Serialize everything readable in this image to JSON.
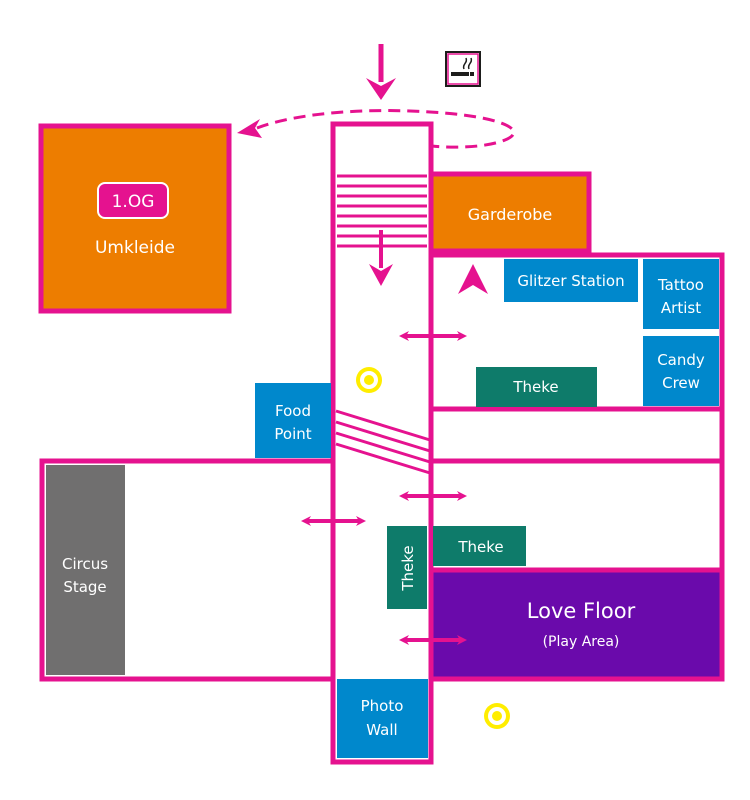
{
  "floor_label": "1.OG",
  "rooms": {
    "umkleide": "Umkleide",
    "garderobe": "Garderobe",
    "glitzer": "Glitzer Station",
    "tattoo": [
      "Tattoo",
      "Artist"
    ],
    "candy": [
      "Candy",
      "Crew"
    ],
    "theke_upper": "Theke",
    "food": [
      "Food",
      "Point"
    ],
    "circus": [
      "Circus",
      "Stage"
    ],
    "theke_vertical": "Theke",
    "theke_lower": "Theke",
    "love_floor": "Love Floor",
    "play_area": "(Play Area)",
    "photo": [
      "Photo",
      "Wall"
    ]
  },
  "icons": {
    "smoking": "smoking-area-icon",
    "marker": "sun-marker-icon"
  },
  "colors": {
    "wall": "#e5128f",
    "orange": "#ed7d00",
    "blue": "#0088cc",
    "teal": "#0e7b6a",
    "gray": "#706f6f",
    "purple": "#6a0aab",
    "yellow": "#ffed00"
  }
}
